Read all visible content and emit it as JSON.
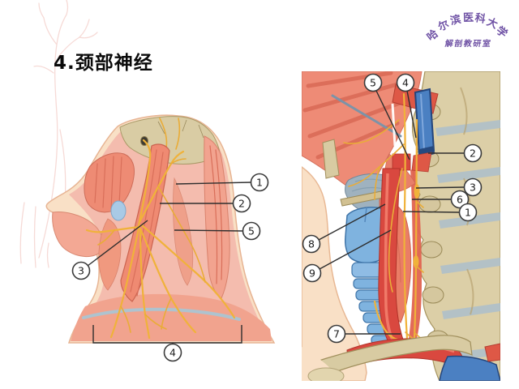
{
  "slide": {
    "title": "4.颈部神经",
    "background_color": "#FFFFFF"
  },
  "watermark": {
    "arc_text": "哈尔滨医科大学",
    "arc_chars": [
      "哈",
      "尔",
      "滨",
      "医",
      "科",
      "大",
      "学"
    ],
    "sub_text": "解剖教研室",
    "color": "#6F52A5"
  },
  "figures": {
    "left": {
      "labels": [
        {
          "text": "1"
        },
        {
          "text": "2"
        },
        {
          "text": "5"
        },
        {
          "text": "3"
        },
        {
          "text": "4"
        }
      ]
    },
    "right": {
      "labels": [
        {
          "text": "5"
        },
        {
          "text": "4"
        },
        {
          "text": "2"
        },
        {
          "text": "3"
        },
        {
          "text": "6"
        },
        {
          "text": "1"
        },
        {
          "text": "8"
        },
        {
          "text": "9"
        },
        {
          "text": "7"
        }
      ]
    }
  },
  "palette": {
    "muscle": "#EE8B76",
    "muscle_deep_red": "#D9483F",
    "skin": "#F9E0C6",
    "bone": "#DCCFA7",
    "nerve_yellow": "#F0B23A",
    "cartilage_blue": "#7FB3DF",
    "vein_blue": "#4B80C2",
    "watermark_purple": "#6F52A5",
    "label_line": "#2E2E2E"
  }
}
